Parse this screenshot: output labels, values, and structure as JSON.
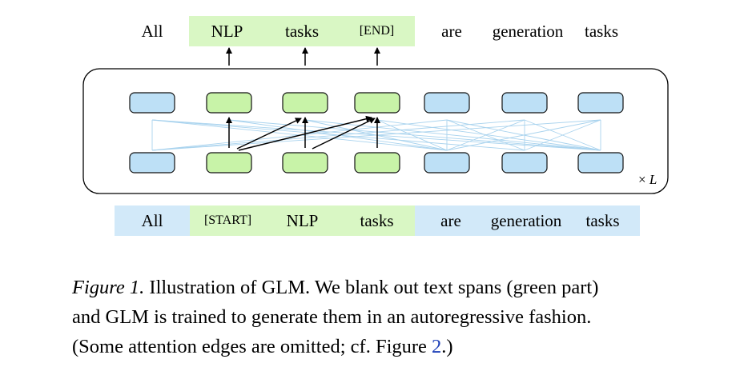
{
  "output_tokens": [
    {
      "text": "All",
      "role": "context"
    },
    {
      "text": "NLP",
      "role": "span"
    },
    {
      "text": "tasks",
      "role": "span"
    },
    {
      "text": "[END]",
      "role": "span"
    },
    {
      "text": "are",
      "role": "context"
    },
    {
      "text": "generation",
      "role": "context"
    },
    {
      "text": "tasks",
      "role": "context"
    }
  ],
  "input_tokens": [
    {
      "text": "All",
      "role": "context"
    },
    {
      "text": "[START]",
      "role": "span"
    },
    {
      "text": "NLP",
      "role": "span"
    },
    {
      "text": "tasks",
      "role": "span"
    },
    {
      "text": "are",
      "role": "context"
    },
    {
      "text": "generation",
      "role": "context"
    },
    {
      "text": "tasks",
      "role": "context"
    }
  ],
  "repeat_label": {
    "symbol": "×",
    "variable": "L"
  },
  "caption": {
    "label": "Figure 1.",
    "line1": "Illustration of GLM. We blank out text spans (green part)",
    "line2": "and GLM is trained to generate them in an autoregressive fashion.",
    "line3_before": "(Some attention edges are omitted; cf. Figure ",
    "line3_ref": "2",
    "line3_after": ".)"
  },
  "colors": {
    "span_highlight": "#d9f7c4",
    "context_highlight": "#d2e9f9",
    "span_node_fill": "#c8f3a8",
    "context_node_fill": "#bde0f6",
    "attention_edge": "#a9d3ee",
    "arrow": "#000000",
    "figure_reference": "#1d3fb8"
  }
}
